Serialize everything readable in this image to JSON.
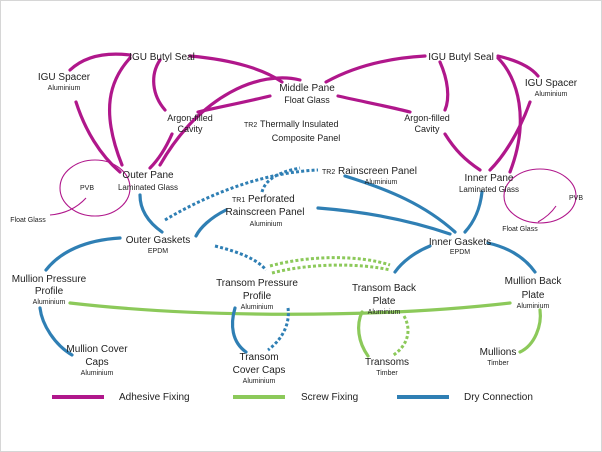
{
  "colors": {
    "adhesive": "#b0178b",
    "screw": "#8cc95a",
    "dry": "#2f7fb4",
    "text": "#1e1e1e"
  },
  "nodes": {
    "igu_butyl_seal_left": {
      "title": "IGU Butyl Seal",
      "sub": ""
    },
    "igu_butyl_seal_right": {
      "title": "IGU Butyl Seal",
      "sub": ""
    },
    "igu_spacer_left": {
      "title": "IGU Spacer",
      "sub": "Aluminium"
    },
    "igu_spacer_right": {
      "title": "IGU Spacer",
      "sub": "Aluminium"
    },
    "middle_pane": {
      "title": "Middle Pane",
      "sub": "Float Glass"
    },
    "argon_cavity_left": {
      "title": "Argon-filled",
      "title2": "Cavity"
    },
    "argon_cavity_right": {
      "title": "Argon-filled",
      "title2": "Cavity"
    },
    "composite_panel": {
      "tag": "TR2",
      "title": "Thermally Insulated",
      "title2": "Composite Panel"
    },
    "outer_pane": {
      "title": "Outer Pane",
      "sub": "Laminated Glass"
    },
    "inner_pane": {
      "title": "Inner Pane",
      "sub": "Laminated Glass"
    },
    "pvb_left": {
      "title": "PVB"
    },
    "pvb_right": {
      "title": "PVB"
    },
    "float_glass_left": {
      "title": "Float Glass"
    },
    "float_glass_right": {
      "title": "Float Glass"
    },
    "rainscreen_panel": {
      "tag": "TR2",
      "title": "Rainscreen Panel",
      "sub": "Aluminium"
    },
    "perforated_panel": {
      "tag": "TR1",
      "title": "Perforated",
      "title2": "Rainscreen Panel",
      "sub": "Aluminium"
    },
    "outer_gaskets": {
      "title": "Outer Gaskets",
      "sub": "EPDM"
    },
    "inner_gaskets": {
      "title": "Inner Gaskets",
      "sub": "EPDM"
    },
    "mullion_pressure_profile": {
      "title": "Mullion Pressure",
      "title2": "Profile",
      "sub": "Aluminium"
    },
    "transom_pressure_profile": {
      "title": "Transom Pressure",
      "title2": "Profile",
      "sub": "Aluminium"
    },
    "transom_back_plate": {
      "title": "Transom Back",
      "title2": "Plate",
      "sub": "Aluminium"
    },
    "mullion_back_plate": {
      "title": "Mullion Back",
      "title2": "Plate",
      "sub": "Aluminium"
    },
    "mullion_cover_caps": {
      "title": "Mullion Cover",
      "title2": "Caps",
      "sub": "Aluminium"
    },
    "transom_cover_caps": {
      "title": "Transom",
      "title2": "Cover Caps",
      "sub": "Aluminium"
    },
    "transoms": {
      "title": "Transoms",
      "sub": "Timber"
    },
    "mullions": {
      "title": "Mullions",
      "sub": "Timber"
    }
  },
  "legend": {
    "adhesive_label": "Adhesive Fixing",
    "screw_label": "Screw Fixing",
    "dry_label": "Dry Connection"
  }
}
